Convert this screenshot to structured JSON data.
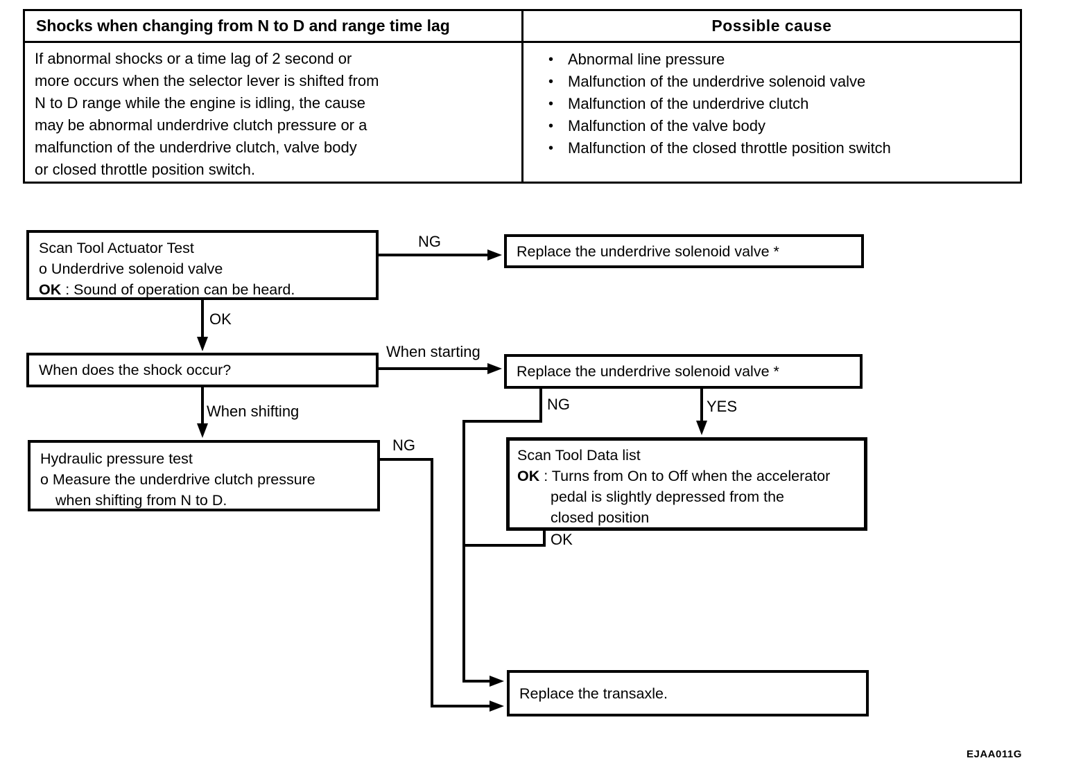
{
  "table": {
    "symptom_header": "Shocks when changing from N to D and range time lag",
    "cause_header": "Possible cause",
    "symptom_lines": [
      "If abnormal shocks or a time lag of 2 second or",
      "more occurs when the selector lever is shifted from",
      "N to D range while the engine is idling, the cause",
      "may be abnormal underdrive clutch pressure or a",
      "malfunction of the underdrive clutch, valve body",
      "or closed throttle position switch."
    ],
    "bullet": "•",
    "causes": [
      "Abnormal line pressure",
      "Malfunction of the underdrive solenoid valve",
      "Malfunction of the underdrive clutch",
      "Malfunction of the valve body",
      "Malfunction of the closed throttle position switch"
    ]
  },
  "flow": {
    "scan_tool_actuator": {
      "title": "Scan Tool Actuator Test",
      "item": "o Underdrive solenoid valve",
      "ok_prefix": "OK",
      "ok_text": " : Sound of operation can be heard."
    },
    "replace_solenoid_top": "Replace the underdrive solenoid valve *",
    "when_shock": "When does the shock occur?",
    "replace_solenoid_mid": "Replace the underdrive solenoid valve *",
    "scan_tool_data": {
      "title": "Scan Tool Data list",
      "ok_prefix": "OK",
      "ok_text": " : Turns from On to Off when the accelerator",
      "cont1": "pedal is slightly depressed from the",
      "cont2": "closed position"
    },
    "hydraulic": {
      "title": "Hydraulic pressure test",
      "item": "o Measure the underdrive clutch pressure",
      "item_cont": "when shifting from N to D."
    },
    "replace_transaxle": "Replace the transaxle.",
    "labels": {
      "ng_actuator": "NG",
      "ok_actuator": "OK",
      "when_starting": "When starting",
      "when_shifting": "When shifting",
      "ng_solenoid": "NG",
      "yes_solenoid": "YES",
      "ok_data_list": "OK",
      "ng_hydraulic": "NG"
    }
  },
  "figure_id": "EJAA011G",
  "colors": {
    "ink": "#000000",
    "paper": "#ffffff"
  }
}
